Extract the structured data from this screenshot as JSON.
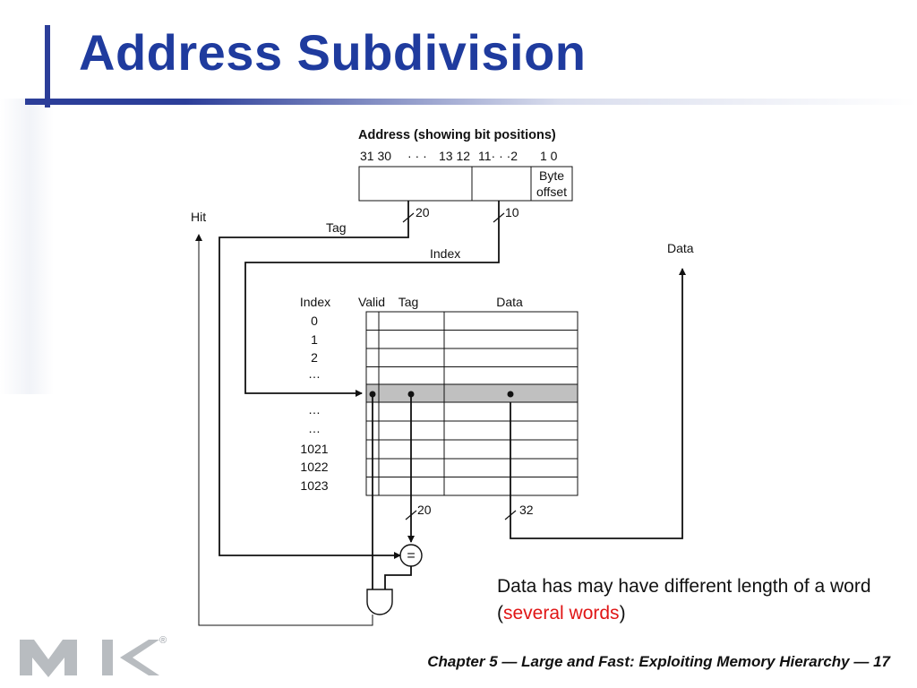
{
  "slide": {
    "title": "Address Subdivision",
    "footer": "Chapter 5 — Large and Fast: Exploiting Memory Hierarchy — 17"
  },
  "note": {
    "text_before": "Data has may have different length of a word (",
    "highlight": "several words",
    "text_after": ")",
    "highlight_color": "#e01616"
  },
  "diagram": {
    "address_label": "Address (showing bit positions)",
    "bit_positions": {
      "tag_left": "31 30",
      "tag_dots": "· · ·",
      "tag_right": "13 12",
      "index_range": "11· · ·2",
      "offset_bits": "1 0"
    },
    "byte_offset_line1": "Byte",
    "byte_offset_line2": "offset",
    "tag_width": "20",
    "index_width": "10",
    "tag_label": "Tag",
    "index_label": "Index",
    "hit_label": "Hit",
    "data_label": "Data",
    "table_headers": {
      "index": "Index",
      "valid": "Valid",
      "tag": "Tag",
      "data": "Data"
    },
    "index_rows": [
      "0",
      "1",
      "2",
      "…",
      "",
      "…",
      "…",
      "1021",
      "1022",
      "1023"
    ],
    "compare_width": "20",
    "data_width": "32",
    "comparator_symbol": "=",
    "highlight_row_color": "#c0c0c0"
  },
  "logo": {
    "text": "MK",
    "registered": "®"
  }
}
